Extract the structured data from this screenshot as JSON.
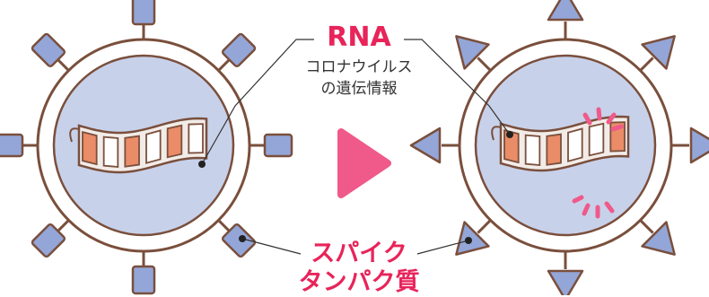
{
  "labels": {
    "rna_title": "RNA",
    "rna_desc_line1": "コロナウイルス",
    "rna_desc_line2": "の遺伝情報",
    "spike_line1": "スパイク",
    "spike_line2": "タンパク質"
  },
  "colors": {
    "accent_red": "#e8245a",
    "arrow_pink": "#ef5a8a",
    "virus_outline": "#7a4f3c",
    "virus_body": "#c8d1ea",
    "spike_fill": "#94a6d8",
    "rna_orange": "#e98c67"
  }
}
